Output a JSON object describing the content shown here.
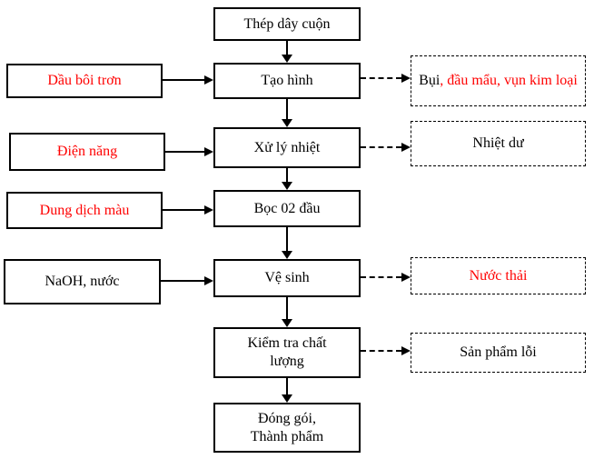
{
  "colors": {
    "red": "#ff0000",
    "black": "#000000",
    "border": "#000000",
    "background": "#ffffff"
  },
  "diagram": {
    "type": "process-flowchart",
    "process_steps": [
      {
        "label": "Thép dây cuộn",
        "color": "#000000"
      },
      {
        "label": "Tạo hình",
        "color": "#000000"
      },
      {
        "label": "Xử lý nhiệt",
        "color": "#000000"
      },
      {
        "label": "Bọc 02 đầu",
        "color": "#000000"
      },
      {
        "label": "Vệ sinh",
        "color": "#000000"
      },
      {
        "label": "Kiểm tra chất\nlượng",
        "color": "#000000"
      },
      {
        "label": "Đóng gói,\nThành phẩm",
        "color": "#000000"
      }
    ],
    "inputs": [
      {
        "label": "Dầu bôi trơn",
        "color": "#ff0000",
        "target": "Tạo hình"
      },
      {
        "label": "Điện năng",
        "color": "#ff0000",
        "target": "Xử lý nhiệt"
      },
      {
        "label": "Dung dịch màu",
        "color": "#ff0000",
        "target": "Bọc 02 đầu"
      },
      {
        "label": "NaOH, nước",
        "color": "#000000",
        "target": "Vệ sinh"
      }
    ],
    "outputs": [
      {
        "label_part1": "Bụi",
        "label_part1_color": "#000000",
        "label_part2": ", đầu mẩu, vụn kim loại",
        "label_part2_color": "#ff0000",
        "source": "Tạo hình"
      },
      {
        "label": "Nhiệt dư",
        "color": "#000000",
        "source": "Xử lý nhiệt"
      },
      {
        "label": "Nước thải",
        "color": "#ff0000",
        "source": "Vệ sinh"
      },
      {
        "label": "Sản phẩm lỗi",
        "color": "#000000",
        "source": "Kiểm tra chất lượng"
      }
    ]
  }
}
